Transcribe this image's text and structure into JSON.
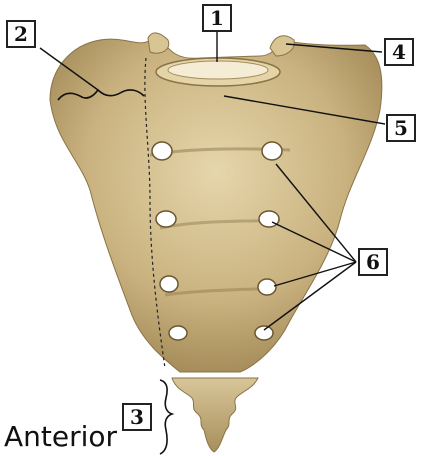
{
  "callouts": {
    "c1": "1",
    "c2": "2",
    "c3": "3",
    "c4": "4",
    "c5": "5",
    "c6": "6"
  },
  "caption": "Anterior",
  "colors": {
    "bone": "#cdb98a",
    "bone_shadow": "#9c8452",
    "bone_highlight": "#e8dcb8",
    "foramen": "#ffffff",
    "line": "#111111"
  }
}
